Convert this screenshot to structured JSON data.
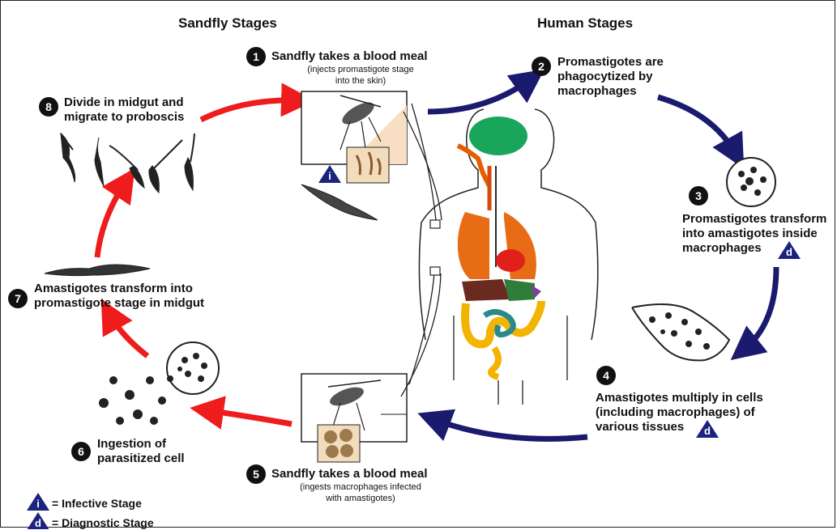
{
  "headers": {
    "sandfly": "Sandfly Stages",
    "human": "Human Stages"
  },
  "steps": [
    {
      "n": "1",
      "title": "Sandfly takes a blood meal",
      "sub1": "(injects promastigote stage",
      "sub2": "into the skin)"
    },
    {
      "n": "2",
      "l1": "Promastigotes are",
      "l2": "phagocytized by",
      "l3": "macrophages"
    },
    {
      "n": "3",
      "l1": "Promastigotes transform",
      "l2": "into amastigotes inside",
      "l3": "macrophages"
    },
    {
      "n": "4",
      "l1": "Amastigotes multiply in cells",
      "l2": "(including macrophages) of",
      "l3": "various tissues"
    },
    {
      "n": "5",
      "title": "Sandfly takes a blood meal",
      "sub1": "(ingests macrophages infected",
      "sub2": "with amastigotes)"
    },
    {
      "n": "6",
      "l1": "Ingestion of",
      "l2": "parasitized cell"
    },
    {
      "n": "7",
      "l1": "Amastigotes transform into",
      "l2": "promastigote stage in midgut"
    },
    {
      "n": "8",
      "l1": "Divide in midgut and",
      "l2": "migrate to proboscis"
    }
  ],
  "markers": {
    "infective_letter": "i",
    "diagnostic_letter": "d"
  },
  "legend": {
    "infective": "= Infective Stage",
    "diagnostic": "= Diagnostic Stage"
  },
  "colors": {
    "sandfly_arrow": "#ee1c1c",
    "human_arrow": "#1a1a6e",
    "marker_fill": "#1a237e"
  }
}
